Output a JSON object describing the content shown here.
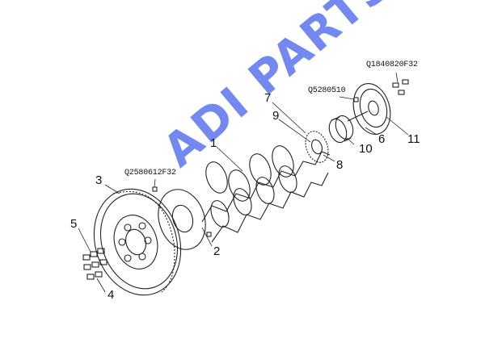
{
  "diagram": {
    "callouts": [
      "1",
      "2",
      "3",
      "4",
      "5",
      "6",
      "7",
      "8",
      "9",
      "10",
      "11"
    ],
    "part_codes": [
      "Q1840820F32",
      "Q5280510",
      "Q2580612F32"
    ]
  },
  "watermark": {
    "text": "ADI PARTS"
  },
  "colors": {
    "line": "#222222",
    "watermark": "#1a3cf0"
  }
}
